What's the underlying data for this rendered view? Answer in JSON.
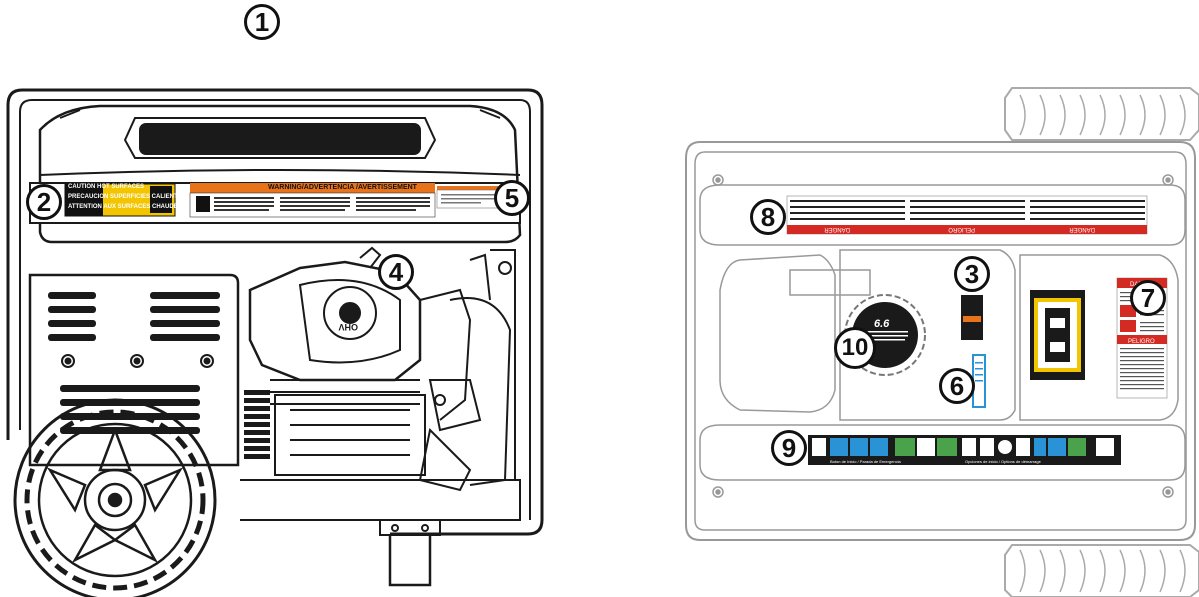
{
  "callouts": [
    {
      "id": "1",
      "label": "1"
    },
    {
      "id": "2",
      "label": "2"
    },
    {
      "id": "3",
      "label": "3"
    },
    {
      "id": "4",
      "label": "4"
    },
    {
      "id": "5",
      "label": "5"
    },
    {
      "id": "6",
      "label": "6"
    },
    {
      "id": "7",
      "label": "7"
    },
    {
      "id": "8",
      "label": "8"
    },
    {
      "id": "9",
      "label": "9"
    },
    {
      "id": "10",
      "label": "10"
    }
  ],
  "labels": {
    "hot_surfaces": [
      "CAUTION  HOT SURFACES",
      "PRECAUCION  SUPERFICIES CALIENTES",
      "ATTENTION  AUX SURFACES CHAUDES"
    ],
    "warning_banner": "WARNING/ADVERTENCIA /AVERTISSEMENT",
    "danger_strip": [
      "DANGER",
      "PELIGRO",
      "DANGER"
    ],
    "right_label_danger": "DANGER",
    "right_label_peligro": "PELIGRO",
    "fuel_cap_volume": "6.6",
    "engine_cover_text": "OHV",
    "start_strip_texts": [
      "Boton de Inicio / Parada de Emergencia",
      "Opciones de inicio / Options de démarrage"
    ]
  },
  "colors": {
    "outline": "#1a1a1a",
    "caution_yellow": "#f2c500",
    "danger_red": "#d42a24",
    "label_blue": "#2a93d5",
    "label_green": "#4aa34a",
    "warning_orange": "#e8731a"
  }
}
